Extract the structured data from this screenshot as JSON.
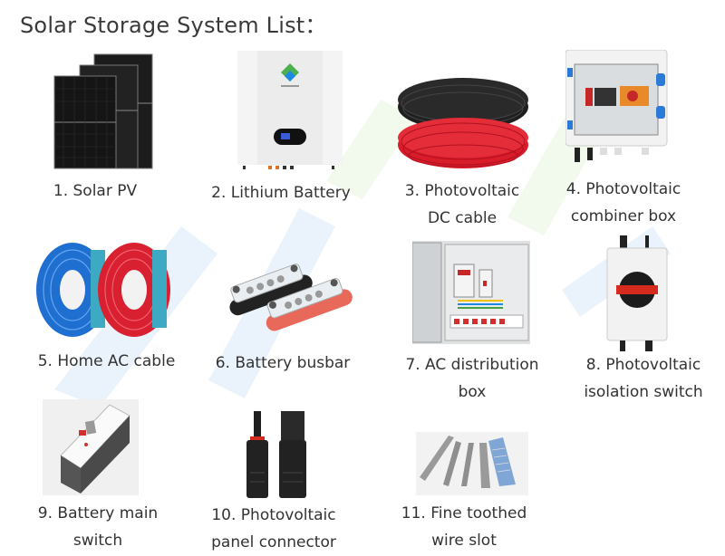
{
  "page": {
    "title": "Solar Storage System List："
  },
  "items": [
    {
      "label_line1": "1. Solar PV",
      "label_line2": "",
      "icon": "solar-panel-icon"
    },
    {
      "label_line1": "2. Lithium Battery",
      "label_line2": "",
      "icon": "wall-battery-icon"
    },
    {
      "label_line1": "3. Photovoltaic",
      "label_line2": "DC cable",
      "icon": "cable-coil-icon"
    },
    {
      "label_line1": "4. Photovoltaic",
      "label_line2": "combiner box",
      "icon": "combiner-box-icon"
    },
    {
      "label_line1": "5. Home AC cable",
      "label_line2": "",
      "icon": "ac-cable-icon"
    },
    {
      "label_line1": "6. Battery busbar",
      "label_line2": "",
      "icon": "busbar-icon"
    },
    {
      "label_line1": "7. AC distribution",
      "label_line2": "box",
      "icon": "distribution-box-icon"
    },
    {
      "label_line1": "8. Photovoltaic",
      "label_line2": "isolation switch",
      "icon": "isolation-switch-icon"
    },
    {
      "label_line1": "9. Battery main",
      "label_line2": "switch",
      "icon": "breaker-switch-icon"
    },
    {
      "label_line1": "10. Photovoltaic",
      "label_line2": "panel connector",
      "icon": "mc4-connector-icon"
    },
    {
      "label_line1": "11. Fine toothed",
      "label_line2": "wire slot",
      "icon": "wire-duct-icon"
    }
  ],
  "colors": {
    "text": "#333333",
    "watermark_blue": "#3a8fe0",
    "watermark_green": "#7ed957"
  }
}
